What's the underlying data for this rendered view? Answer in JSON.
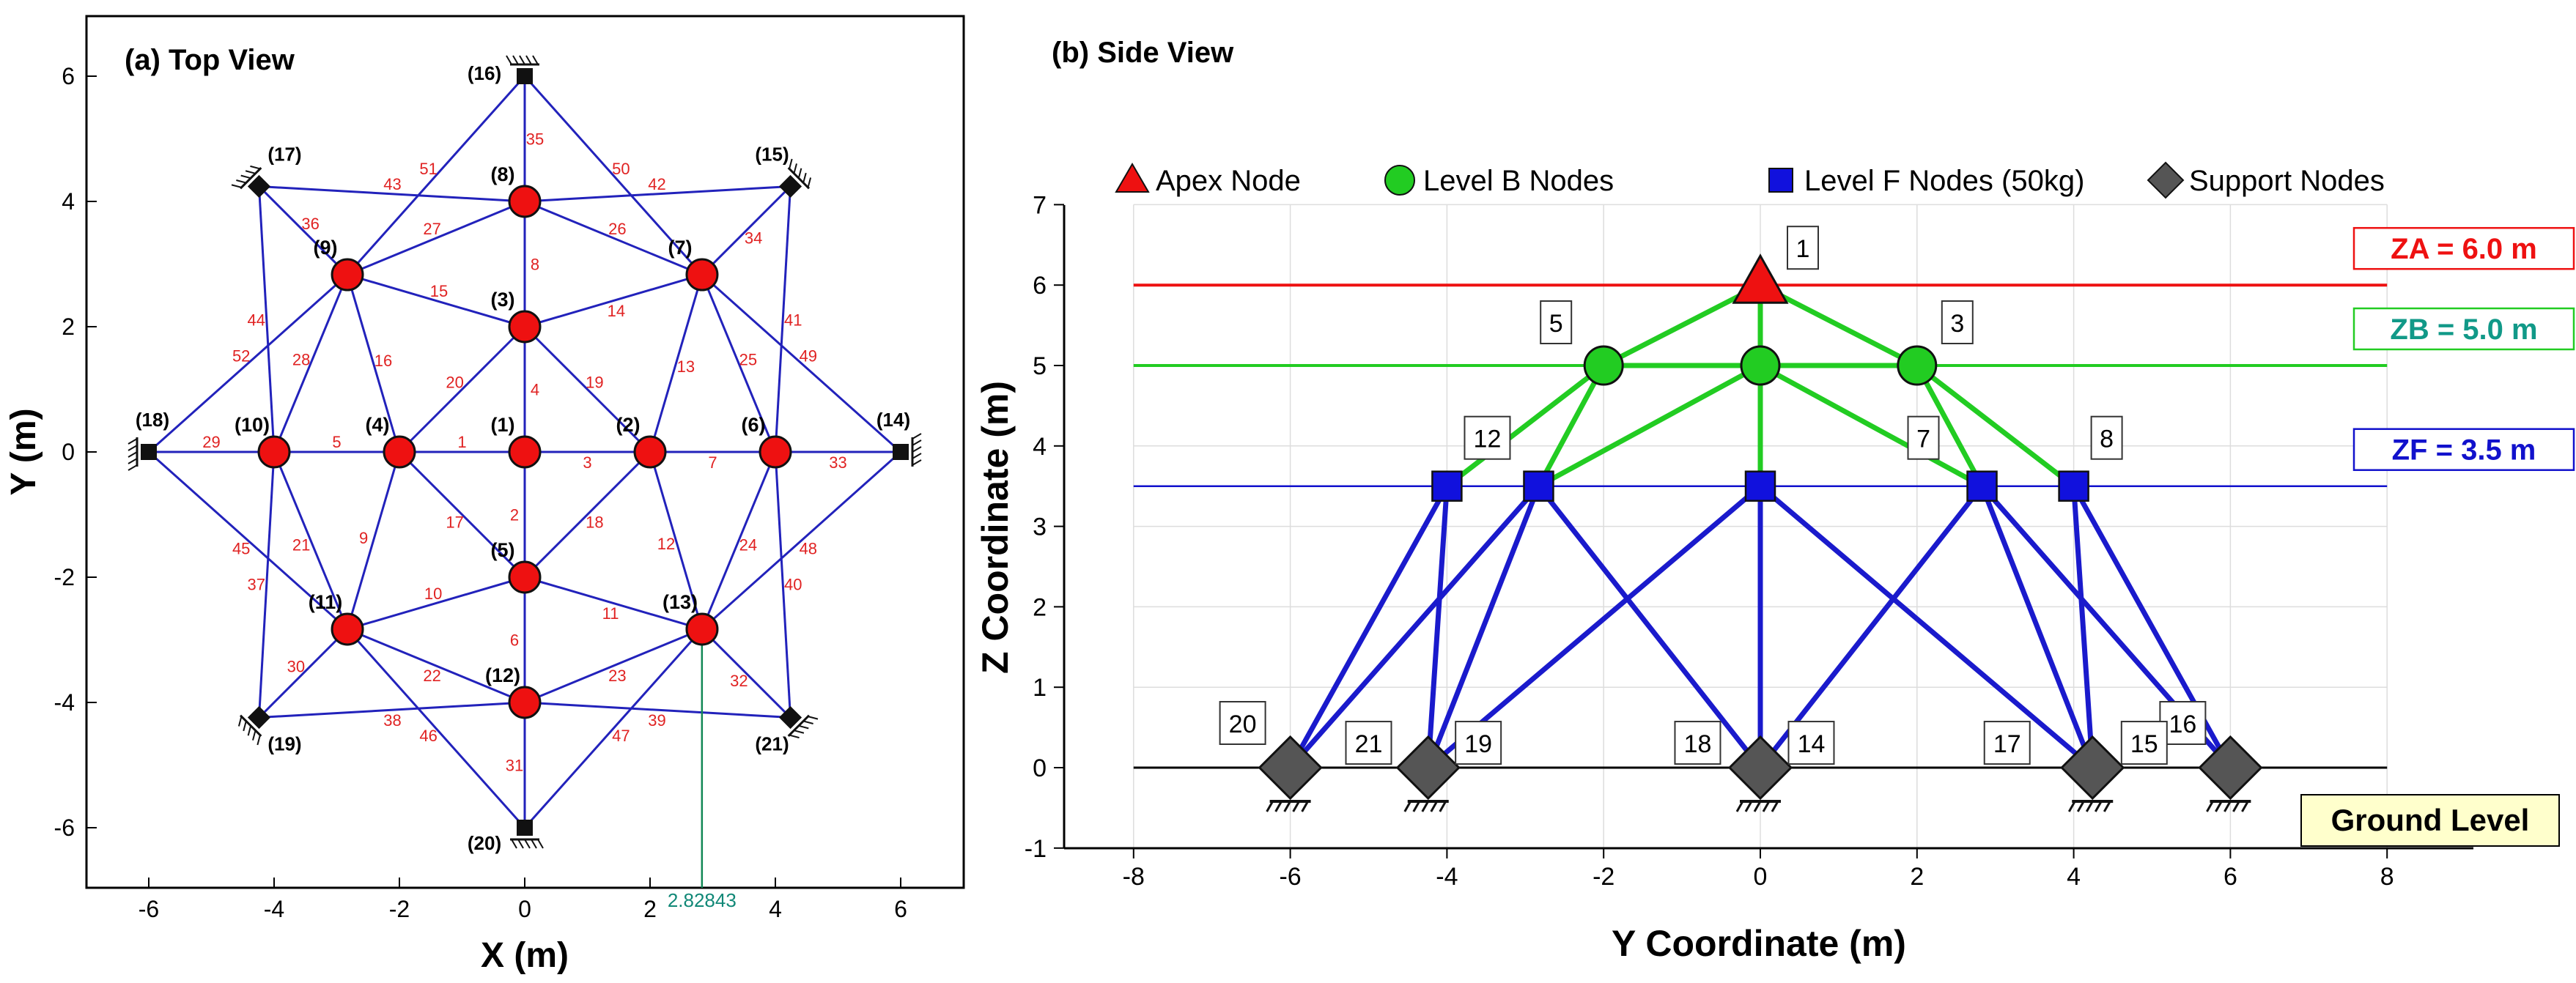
{
  "top_view": {
    "title": "(a) Top View",
    "xlabel": "X (m)",
    "ylabel": "Y (m)",
    "xticks": [
      "-6",
      "-4",
      "-2",
      "0",
      "2",
      "4",
      "6"
    ],
    "yticks": [
      "-6",
      "-4",
      "-2",
      "0",
      "2",
      "4",
      "6"
    ],
    "xlim": [
      -7,
      7
    ],
    "ylim": [
      -7,
      7
    ],
    "grid": false,
    "guide_label": "2.82843",
    "guide_x": 2.82843,
    "free_nodes": [
      {
        "id": "(1)",
        "x": 0,
        "y": 0
      },
      {
        "id": "(2)",
        "x": 2,
        "y": 0
      },
      {
        "id": "(3)",
        "x": 0,
        "y": 2
      },
      {
        "id": "(4)",
        "x": -2,
        "y": 0
      },
      {
        "id": "(5)",
        "x": 0,
        "y": -2
      },
      {
        "id": "(6)",
        "x": 4,
        "y": 0
      },
      {
        "id": "(7)",
        "x": 2.83,
        "y": 2.83
      },
      {
        "id": "(8)",
        "x": 0,
        "y": 4
      },
      {
        "id": "(9)",
        "x": -2.83,
        "y": 2.83
      },
      {
        "id": "(10)",
        "x": -4,
        "y": 0
      },
      {
        "id": "(11)",
        "x": -2.83,
        "y": -2.83
      },
      {
        "id": "(12)",
        "x": 0,
        "y": -4
      },
      {
        "id": "(13)",
        "x": 2.83,
        "y": -2.83
      }
    ],
    "support_nodes": [
      {
        "id": "(14)",
        "x": 6,
        "y": 0
      },
      {
        "id": "(15)",
        "x": 4.24,
        "y": 4.24
      },
      {
        "id": "(16)",
        "x": 0,
        "y": 6
      },
      {
        "id": "(17)",
        "x": -4.24,
        "y": 4.24
      },
      {
        "id": "(18)",
        "x": -6,
        "y": 0
      },
      {
        "id": "(19)",
        "x": -4.24,
        "y": -4.24
      },
      {
        "id": "(20)",
        "x": 0,
        "y": -6
      },
      {
        "id": "(21)",
        "x": 4.24,
        "y": -4.24
      }
    ],
    "members": [
      {
        "id": "1",
        "a": 1,
        "b": 4
      },
      {
        "id": "2",
        "a": 1,
        "b": 5
      },
      {
        "id": "3",
        "a": 1,
        "b": 2
      },
      {
        "id": "4",
        "a": 1,
        "b": 3
      },
      {
        "id": "5",
        "a": 4,
        "b": 10
      },
      {
        "id": "6",
        "a": 5,
        "b": 12
      },
      {
        "id": "7",
        "a": 2,
        "b": 6
      },
      {
        "id": "8",
        "a": 3,
        "b": 8
      },
      {
        "id": "9",
        "a": 4,
        "b": 11
      },
      {
        "id": "10",
        "a": 5,
        "b": 11
      },
      {
        "id": "11",
        "a": 5,
        "b": 13
      },
      {
        "id": "12",
        "a": 2,
        "b": 13
      },
      {
        "id": "13",
        "a": 2,
        "b": 7
      },
      {
        "id": "14",
        "a": 3,
        "b": 7
      },
      {
        "id": "15",
        "a": 3,
        "b": 9
      },
      {
        "id": "16",
        "a": 4,
        "b": 9
      },
      {
        "id": "17",
        "a": 4,
        "b": 5
      },
      {
        "id": "18",
        "a": 5,
        "b": 2
      },
      {
        "id": "19",
        "a": 2,
        "b": 3
      },
      {
        "id": "20",
        "a": 3,
        "b": 4
      },
      {
        "id": "21",
        "a": 10,
        "b": 11
      },
      {
        "id": "22",
        "a": 11,
        "b": 12
      },
      {
        "id": "23",
        "a": 12,
        "b": 13
      },
      {
        "id": "24",
        "a": 13,
        "b": 6
      },
      {
        "id": "25",
        "a": 6,
        "b": 7
      },
      {
        "id": "26",
        "a": 7,
        "b": 8
      },
      {
        "id": "27",
        "a": 8,
        "b": 9
      },
      {
        "id": "28",
        "a": 9,
        "b": 10
      },
      {
        "id": "29",
        "a": 10,
        "b": 18
      },
      {
        "id": "30",
        "a": 11,
        "b": 19
      },
      {
        "id": "31",
        "a": 12,
        "b": 20
      },
      {
        "id": "32",
        "a": 13,
        "b": 21
      },
      {
        "id": "33",
        "a": 6,
        "b": 14
      },
      {
        "id": "34",
        "a": 7,
        "b": 15
      },
      {
        "id": "35",
        "a": 8,
        "b": 16
      },
      {
        "id": "36",
        "a": 9,
        "b": 17
      },
      {
        "id": "37",
        "a": 10,
        "b": 19
      },
      {
        "id": "38",
        "a": 19,
        "b": 12
      },
      {
        "id": "39",
        "a": 12,
        "b": 21
      },
      {
        "id": "40",
        "a": 21,
        "b": 6
      },
      {
        "id": "41",
        "a": 6,
        "b": 15
      },
      {
        "id": "42",
        "a": 15,
        "b": 8
      },
      {
        "id": "43",
        "a": 8,
        "b": 17
      },
      {
        "id": "44",
        "a": 17,
        "b": 10
      },
      {
        "id": "45",
        "a": 18,
        "b": 11
      },
      {
        "id": "46",
        "a": 11,
        "b": 20
      },
      {
        "id": "47",
        "a": 20,
        "b": 13
      },
      {
        "id": "48",
        "a": 13,
        "b": 14
      },
      {
        "id": "49",
        "a": 14,
        "b": 7
      },
      {
        "id": "50",
        "a": 7,
        "b": 16
      },
      {
        "id": "51",
        "a": 16,
        "b": 9
      },
      {
        "id": "52",
        "a": 9,
        "b": 18
      }
    ]
  },
  "side_view": {
    "title": "(b) Side View",
    "xlabel": "Y Coordinate (m)",
    "ylabel": "Z Coordinate (m)",
    "xticks": [
      "-8",
      "-6",
      "-4",
      "-2",
      "0",
      "2",
      "4",
      "6",
      "8"
    ],
    "yticks": [
      "-1",
      "0",
      "1",
      "2",
      "3",
      "4",
      "5",
      "6",
      "7"
    ],
    "xlim": [
      -9,
      9
    ],
    "ylim": [
      -1,
      7
    ],
    "grid": true,
    "legend": [
      {
        "label": "Apex Node",
        "marker": "triangle",
        "color": "#ee1111"
      },
      {
        "label": "Level B Nodes",
        "marker": "circle",
        "color": "#22cc22"
      },
      {
        "label": "Level F Nodes (50kg)",
        "marker": "square",
        "color": "#1111dd"
      },
      {
        "label": "Support Nodes",
        "marker": "diamond",
        "color": "#555555"
      }
    ],
    "levels": [
      {
        "label": "ZA = 6.0 m",
        "z": 6.0,
        "color": "#ee1111",
        "text_color": "#ee1111",
        "line_width": 4
      },
      {
        "label": "ZB = 5.0 m",
        "z": 5.0,
        "color": "#22cc22",
        "text_color": "#119988",
        "line_width": 4
      },
      {
        "label": "ZF = 3.5 m",
        "z": 3.5,
        "color": "#1111cc",
        "text_color": "#1111cc",
        "line_width": 2.5
      },
      {
        "label": "",
        "z": 0,
        "color": "#000000",
        "text_color": "#000000",
        "line_width": 3
      }
    ],
    "ground_label": "Ground Level",
    "apex": {
      "id": "1",
      "y": 0,
      "z": 6
    },
    "level_b": [
      {
        "id": "5",
        "y": -2,
        "z": 5
      },
      {
        "id": "",
        "y": 0,
        "z": 5
      },
      {
        "id": "3",
        "y": 2,
        "z": 5
      }
    ],
    "level_f": [
      {
        "id": "",
        "y": -4,
        "z": 3.5
      },
      {
        "id": "12",
        "y": -2.83,
        "z": 3.5
      },
      {
        "id": "",
        "y": 0,
        "z": 3.5
      },
      {
        "id": "7",
        "y": 2.83,
        "z": 3.5
      },
      {
        "id": "8",
        "y": 4,
        "z": 3.5
      }
    ],
    "supports": [
      {
        "id": "20",
        "y": -6,
        "z": 0
      },
      {
        "id": "",
        "y": -4.24,
        "z": 0
      },
      {
        "id": "",
        "y": 0,
        "z": 0
      },
      {
        "id": "",
        "y": 4.24,
        "z": 0
      },
      {
        "id": "16",
        "y": 6,
        "z": 0
      }
    ],
    "floating_labels": [
      {
        "id": "21",
        "y": -5.0,
        "z": 0.3
      },
      {
        "id": "19",
        "y": -3.6,
        "z": 0.3
      },
      {
        "id": "18",
        "y": -0.8,
        "z": 0.3
      },
      {
        "id": "14",
        "y": 0.65,
        "z": 0.3
      },
      {
        "id": "17",
        "y": 3.15,
        "z": 0.3
      },
      {
        "id": "15",
        "y": 4.9,
        "z": 0.3
      }
    ],
    "green_members": [
      [
        0,
        6,
        -2,
        5
      ],
      [
        0,
        6,
        0,
        5
      ],
      [
        0,
        6,
        2,
        5
      ],
      [
        -2,
        5,
        -4,
        3.5
      ],
      [
        -2,
        5,
        -2.83,
        3.5
      ],
      [
        -2,
        5,
        0,
        5
      ],
      [
        0,
        5,
        -2.83,
        3.5
      ],
      [
        0,
        5,
        0,
        3.5
      ],
      [
        0,
        5,
        2.83,
        3.5
      ],
      [
        0,
        5,
        2,
        5
      ],
      [
        2,
        5,
        2.83,
        3.5
      ],
      [
        2,
        5,
        4,
        3.5
      ]
    ],
    "blue_members": [
      [
        -4,
        3.5,
        -6,
        0
      ],
      [
        -4,
        3.5,
        -4.24,
        0
      ],
      [
        -2.83,
        3.5,
        -6,
        0
      ],
      [
        -2.83,
        3.5,
        -4.24,
        0
      ],
      [
        -2.83,
        3.5,
        0,
        0
      ],
      [
        0,
        3.5,
        -4.24,
        0
      ],
      [
        0,
        3.5,
        0,
        0
      ],
      [
        0,
        3.5,
        4.24,
        0
      ],
      [
        2.83,
        3.5,
        0,
        0
      ],
      [
        2.83,
        3.5,
        4.24,
        0
      ],
      [
        2.83,
        3.5,
        6,
        0
      ],
      [
        4,
        3.5,
        4.24,
        0
      ],
      [
        4,
        3.5,
        6,
        0
      ]
    ]
  }
}
